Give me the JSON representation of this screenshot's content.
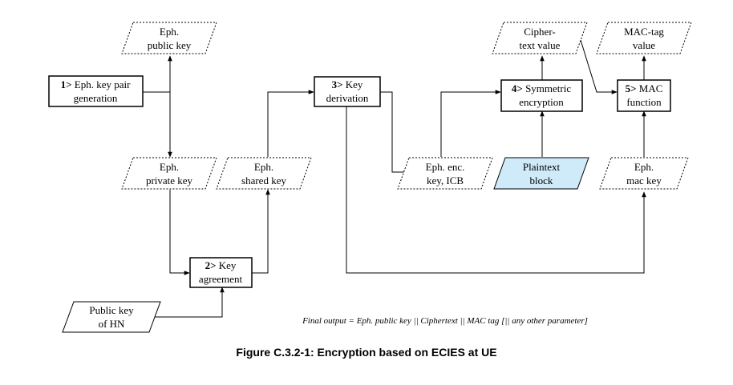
{
  "nodes": {
    "eph_public_key": {
      "lines": [
        "Eph.",
        "public key"
      ]
    },
    "keypair_gen": {
      "step": "1>",
      "lines": [
        "Eph. key pair",
        "generation"
      ]
    },
    "key_derivation": {
      "step": "3>",
      "lines": [
        "Key",
        "derivation"
      ]
    },
    "cipher_text": {
      "lines": [
        "Cipher-",
        "text value"
      ]
    },
    "mac_tag": {
      "lines": [
        "MAC-tag",
        "value"
      ]
    },
    "sym_enc": {
      "step": "4>",
      "lines": [
        "Symmetric",
        "encryption"
      ]
    },
    "mac_func": {
      "step": "5>",
      "lines": [
        "MAC",
        "function"
      ]
    },
    "eph_private_key": {
      "lines": [
        "Eph.",
        "private key"
      ]
    },
    "eph_shared_key": {
      "lines": [
        "Eph.",
        "shared key"
      ]
    },
    "eph_enc_key": {
      "lines": [
        "Eph. enc.",
        "key, ICB"
      ]
    },
    "plaintext": {
      "lines": [
        "Plaintext",
        "block"
      ]
    },
    "eph_mac_key": {
      "lines": [
        "Eph.",
        "mac key"
      ]
    },
    "key_agreement": {
      "step": "2>",
      "lines": [
        "Key",
        "agreement"
      ]
    },
    "hn_public_key": {
      "lines": [
        "Public key",
        "of HN"
      ]
    }
  },
  "footer": "Final output = Eph. public key || Ciphertext || MAC tag [|| any other parameter]",
  "caption": "Figure C.3.2-1: Encryption based on ECIES at UE",
  "colors": {
    "plaintext_fill": "#cfeaf8",
    "line": "#000000"
  }
}
